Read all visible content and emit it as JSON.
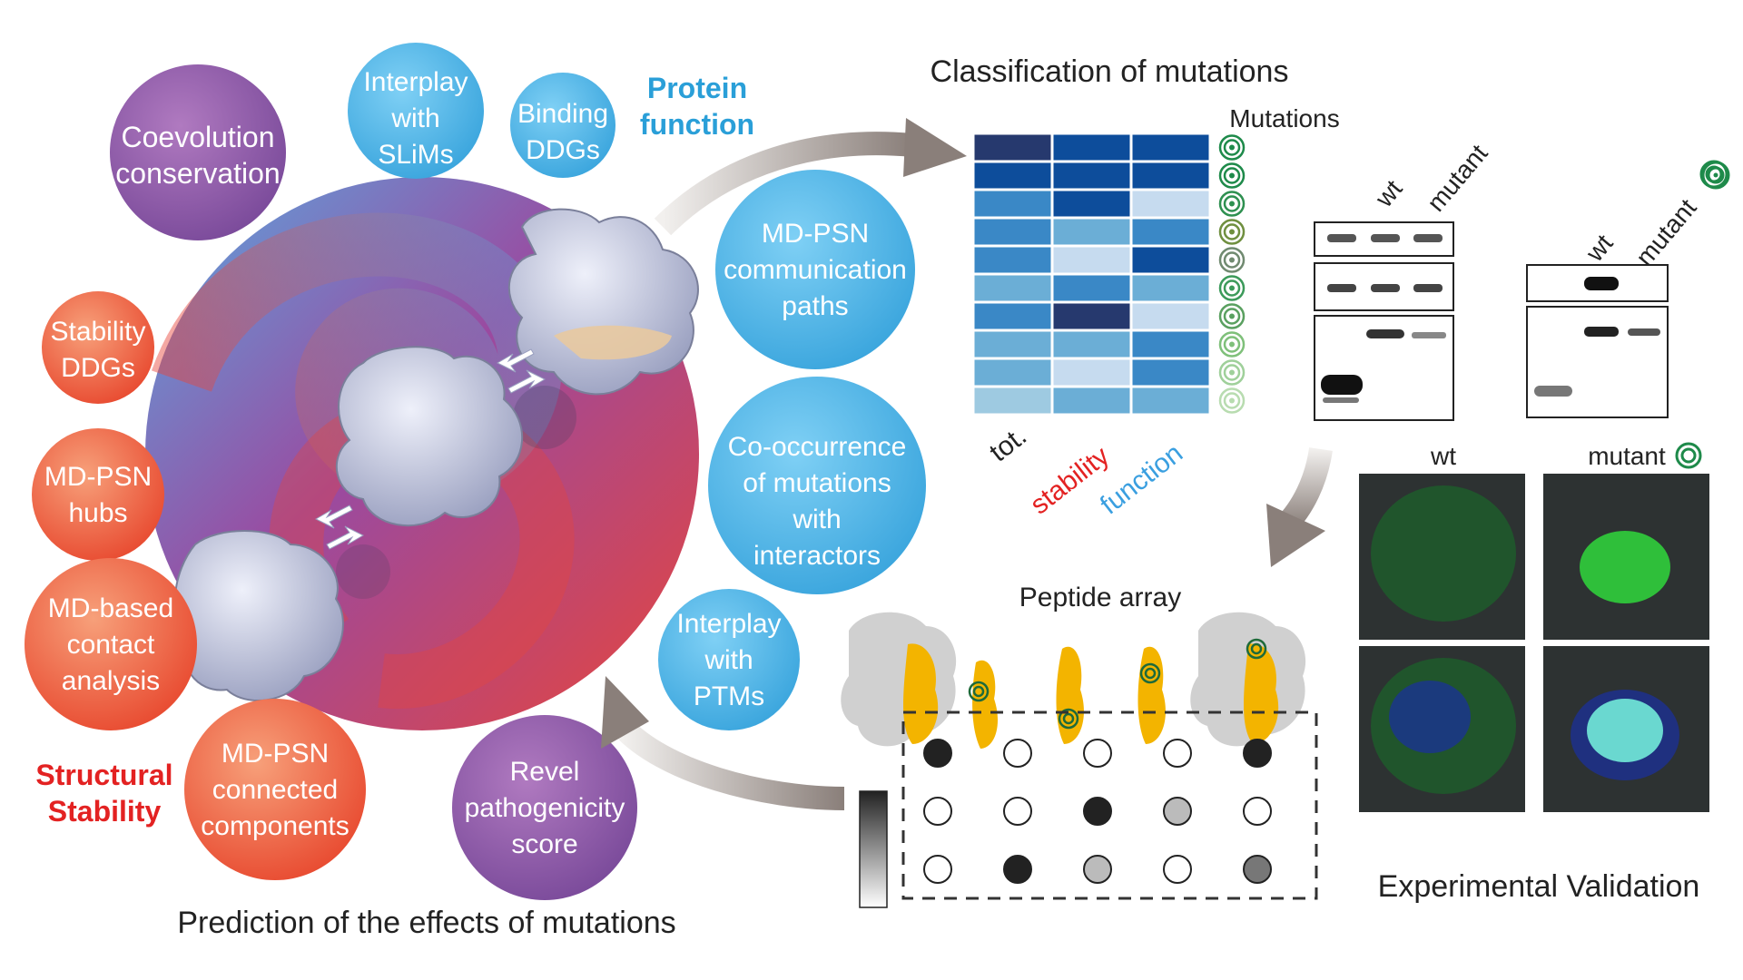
{
  "left_panel": {
    "title": "Prediction of the effects of mutations",
    "group_labels": {
      "protein_function": [
        "Protein",
        "function"
      ],
      "structural_stability": [
        "Structural",
        "Stability"
      ]
    },
    "bubbles": [
      {
        "kind": "purple",
        "lines": [
          "Coevolution",
          "conservation"
        ]
      },
      {
        "kind": "blue",
        "lines": [
          "Interplay",
          "with",
          "SLiMs"
        ]
      },
      {
        "kind": "blue",
        "lines": [
          "Binding",
          "DDGs"
        ]
      },
      {
        "kind": "blue",
        "lines": [
          "MD-PSN",
          "communication",
          "paths"
        ]
      },
      {
        "kind": "blue",
        "lines": [
          "Co-occurrence",
          "of mutations",
          "with",
          "interactors"
        ]
      },
      {
        "kind": "blue",
        "lines": [
          "Interplay",
          "with",
          "PTMs"
        ]
      },
      {
        "kind": "purple",
        "lines": [
          "Revel",
          "pathogenicity",
          "score"
        ]
      },
      {
        "kind": "red",
        "lines": [
          "Stability",
          "DDGs"
        ]
      },
      {
        "kind": "red",
        "lines": [
          "MD-PSN",
          "hubs"
        ]
      },
      {
        "kind": "red",
        "lines": [
          "MD-based",
          "contact",
          "analysis"
        ]
      },
      {
        "kind": "red",
        "lines": [
          "MD-PSN",
          "connected",
          "components"
        ]
      }
    ]
  },
  "classification": {
    "title": "Classification of mutations",
    "mutations_label": "Mutations",
    "column_labels": [
      "tot.",
      "stability",
      "function"
    ],
    "heatmap": [
      [
        "#26396e",
        "#0d4d9b",
        "#0d4d9b"
      ],
      [
        "#0d4d9b",
        "#0d4d9b",
        "#0d4d9b"
      ],
      [
        "#3a88c6",
        "#0d4d9b",
        "#c6dbef"
      ],
      [
        "#3a88c6",
        "#6baed6",
        "#3a88c6"
      ],
      [
        "#3a88c6",
        "#c6dbef",
        "#0d4d9b"
      ],
      [
        "#6baed6",
        "#3a88c6",
        "#6baed6"
      ],
      [
        "#3a88c6",
        "#26396e",
        "#c6dbef"
      ],
      [
        "#6baed6",
        "#6baed6",
        "#3a88c6"
      ],
      [
        "#6baed6",
        "#c6dbef",
        "#3a88c6"
      ],
      [
        "#9ecae1",
        "#6baed6",
        "#6baed6"
      ]
    ],
    "mutation_icon_colors": [
      "#1e8a4a",
      "#1e8a4a",
      "#2e9050",
      "#6f8f3f",
      "#708a70",
      "#3c9a5a",
      "#5aa060",
      "#7fc07a",
      "#9fd09a",
      "#b8dcb0"
    ]
  },
  "peptide_array": {
    "title": "Peptide array",
    "dots": [
      [
        "#222222",
        "#ffffff",
        "#ffffff",
        "#ffffff",
        "#222222"
      ],
      [
        "#ffffff",
        "#ffffff",
        "#222222",
        "#bbbbbb",
        "#ffffff"
      ],
      [
        "#ffffff",
        "#222222",
        "#bbbbbb",
        "#ffffff",
        "#777777"
      ]
    ]
  },
  "experimental": {
    "title": "Experimental Validation",
    "blot_labels": [
      "wt",
      "mutant"
    ],
    "microscopy_labels": [
      "wt",
      "mutant"
    ]
  },
  "colors": {
    "protein_function": "#2a9fd8",
    "structural_stability": "#e32222",
    "stability_label": "#e32222",
    "function_label": "#3a9fe0",
    "tot_label": "#222222"
  }
}
